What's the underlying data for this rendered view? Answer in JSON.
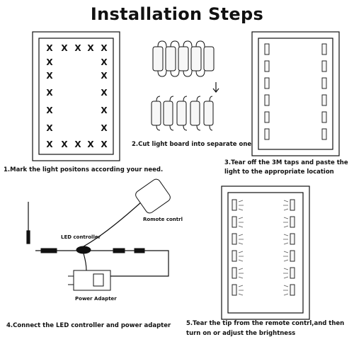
{
  "title": "Installation Steps",
  "steps": [
    {
      "number": 1,
      "caption": "1.Mark the light positons according your need."
    },
    {
      "number": 2,
      "caption": "2.Cut light board into separate one"
    },
    {
      "number": 3,
      "caption_line1": "3.Tear off the 3M taps and paste the",
      "caption_line2": "light to the appropriate location"
    },
    {
      "number": 4,
      "caption": "4.Connect the LED controller and power adapter",
      "labels": {
        "led_controller": "LED controller",
        "remote": "Romote contrl",
        "power_adapter": "Power Adapter"
      }
    },
    {
      "number": 5,
      "caption_line1": "5.Tear the tip from the remote contrl,and then",
      "caption_line2": "turn on or adjust the brightness"
    }
  ],
  "mark_symbol": "X",
  "colors": {
    "line": "#111111",
    "background": "#ffffff",
    "light_strip": "#f2f2f2"
  }
}
